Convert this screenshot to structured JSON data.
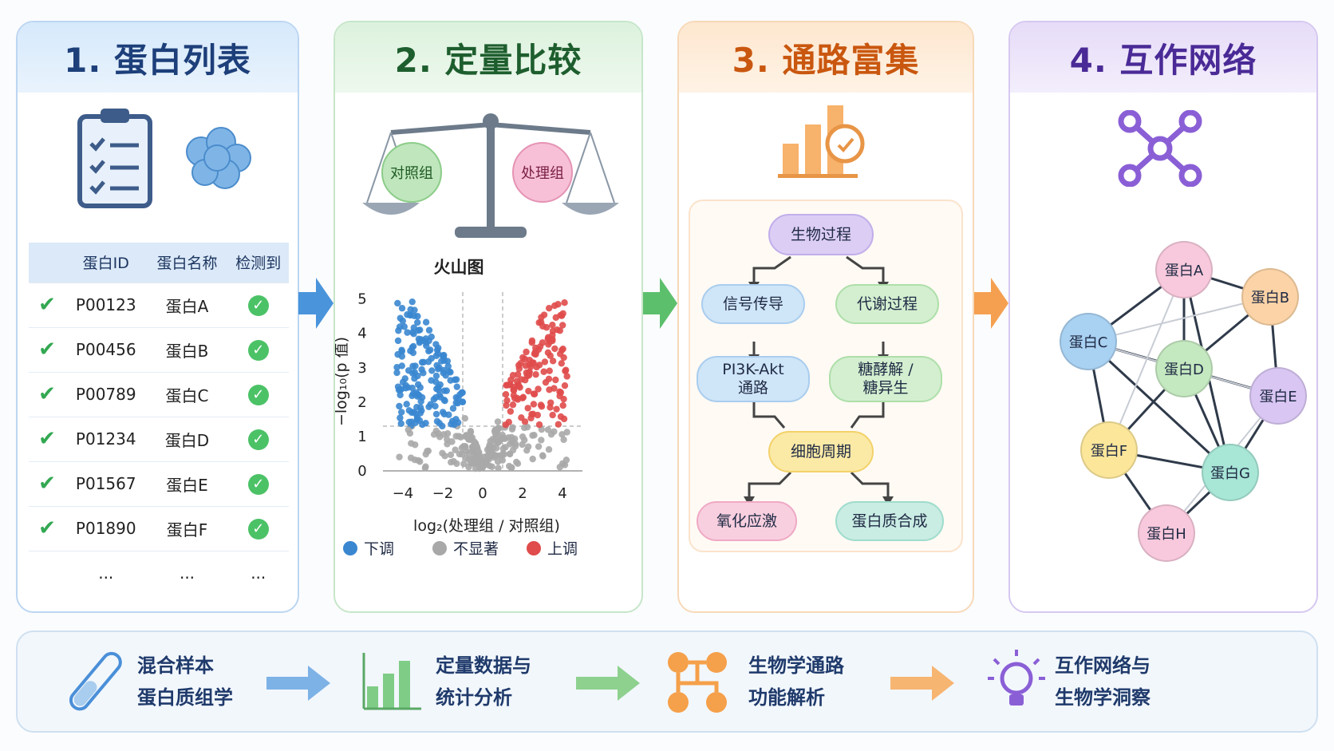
{
  "panels": {
    "p1": {
      "title": "1. 蛋白列表"
    },
    "p2": {
      "title": "2. 定量比较"
    },
    "p3": {
      "title": "3. 通路富集"
    },
    "p4": {
      "title": "4. 互作网络"
    }
  },
  "protein_table": {
    "headers": [
      "蛋白ID",
      "蛋白名称",
      "检测到"
    ],
    "rows": [
      {
        "id": "P00123",
        "name": "蛋白A"
      },
      {
        "id": "P00456",
        "name": "蛋白B"
      },
      {
        "id": "P00789",
        "name": "蛋白C"
      },
      {
        "id": "P01234",
        "name": "蛋白D"
      },
      {
        "id": "P01567",
        "name": "蛋白E"
      },
      {
        "id": "P01890",
        "name": "蛋白F"
      }
    ],
    "ellipsis": "..."
  },
  "scale": {
    "control": "对照组",
    "treatment": "处理组"
  },
  "volcano": {
    "title": "火山图",
    "xlabel": "log₂(处理组 / 对照组)",
    "ylabel": "−log₁₀(p 值)",
    "xticks": [
      "−4",
      "−2",
      "0",
      "2",
      "4"
    ],
    "yticks": [
      "0",
      "1",
      "2",
      "3",
      "4",
      "5"
    ],
    "legend": {
      "down": "下调",
      "ns": "不显著",
      "up": "上调"
    },
    "colors": {
      "down": "#3a87d0",
      "ns": "#a8a8a8",
      "up": "#e04b4b"
    }
  },
  "pathway": {
    "root": "生物过程",
    "l1_left": "信号传导",
    "l1_right": "代谢过程",
    "l2_left": "PI3K-Akt\n通路",
    "l2_right": "糖酵解 /\n糖异生",
    "center": "细胞周期",
    "l3_left": "氧化应激",
    "l3_right": "蛋白质合成"
  },
  "network": {
    "nodes": [
      {
        "label": "蛋白A",
        "color": "#f8c9dc"
      },
      {
        "label": "蛋白B",
        "color": "#fbd3a6"
      },
      {
        "label": "蛋白C",
        "color": "#a9d1f2"
      },
      {
        "label": "蛋白D",
        "color": "#c4e8c0"
      },
      {
        "label": "蛋白E",
        "color": "#d9c6f3"
      },
      {
        "label": "蛋白F",
        "color": "#fbe69a"
      },
      {
        "label": "蛋白G",
        "color": "#a8e6d6"
      },
      {
        "label": "蛋白H",
        "color": "#f8c9dc"
      }
    ]
  },
  "bottom": {
    "s1": {
      "l1": "混合样本",
      "l2": "蛋白质组学"
    },
    "s2": {
      "l1": "定量数据与",
      "l2": "统计分析"
    },
    "s3": {
      "l1": "生物学通路",
      "l2": "功能解析"
    },
    "s4": {
      "l1": "互作网络与",
      "l2": "生物学洞察"
    }
  }
}
